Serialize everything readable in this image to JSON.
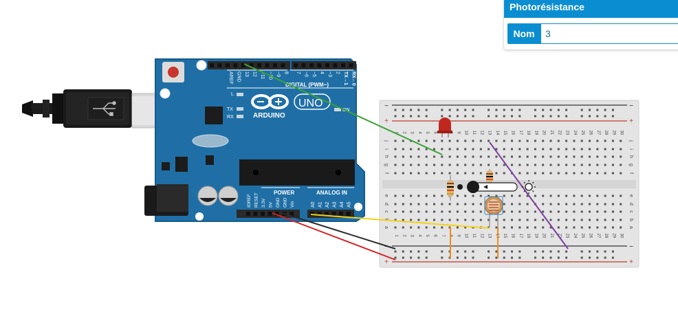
{
  "inspector": {
    "title": "Photorésistance",
    "property_label": "Nom",
    "property_value": "3"
  },
  "arduino": {
    "brand": "ARDUINO",
    "model": "UNO",
    "digital_label": "DIGITAL (PWM~)",
    "power_label": "POWER",
    "analog_label": "ANALOG IN",
    "on_label": "ON",
    "l_label": "L",
    "tx_label": "TX",
    "rx_label": "RX",
    "tx_pin": "TX→1",
    "rx_pin": "RX←0",
    "top_pins": [
      "AREF",
      "GND",
      "13",
      "12",
      "~11",
      "~10",
      "~9",
      "8",
      "7",
      "~6",
      "~5",
      "4",
      "~3",
      "2"
    ],
    "power_pins": [
      "IOREF",
      "RESET",
      "3.3V",
      "5V",
      "GND",
      "GND",
      "Vin"
    ],
    "analog_pins": [
      "A0",
      "A1",
      "A2",
      "A3",
      "A4",
      "A5"
    ]
  },
  "breadboard": {
    "row_letters_top": [
      "j",
      "i",
      "h",
      "g",
      "f"
    ],
    "row_letters_bottom": [
      "e",
      "d",
      "c",
      "b",
      "a"
    ],
    "column_numbers": [
      "1",
      "2",
      "3",
      "4",
      "5",
      "6",
      "7",
      "8",
      "9",
      "10",
      "11",
      "12",
      "13",
      "14",
      "15",
      "16",
      "17",
      "18",
      "19",
      "20",
      "21",
      "22",
      "23",
      "24",
      "25",
      "26",
      "27",
      "28",
      "29",
      "30"
    ],
    "minus": "−",
    "plus": "+"
  },
  "colors": {
    "board": "#1f6fa6",
    "accent": "#0b8ed1",
    "wire_green": "#3aa335",
    "wire_red": "#d32222",
    "wire_black": "#2b2b2b",
    "wire_yellow": "#f2d21b",
    "wire_purple": "#7b3fa0",
    "wire_orange": "#f08a1c"
  }
}
